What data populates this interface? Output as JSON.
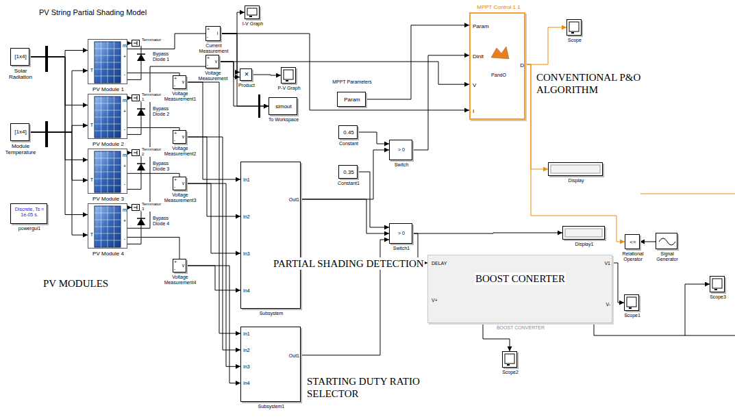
{
  "diagram": {
    "title": "PV String Partial Shading Model",
    "nodes": [
      {
        "text": [
          "[1x4]",
          "Solar Radiation"
        ]
      },
      {
        "text": [
          "[1x4]",
          "Module Temperature"
        ]
      },
      {
        "text": [
          "PV Module 1",
          "m",
          "+",
          "T",
          "-"
        ]
      },
      {
        "text": [
          "PV Module 2",
          "m",
          "+",
          "T",
          "-"
        ]
      },
      {
        "text": [
          "PV Module 3",
          "m",
          "+",
          "T",
          "-"
        ]
      },
      {
        "text": [
          "PV Module 4",
          "m",
          "+",
          "T",
          "-"
        ]
      },
      {
        "text": [
          "Bypass Diode 1"
        ]
      },
      {
        "text": [
          "Bypass Diode 2"
        ]
      },
      {
        "text": [
          "Bypass Diode 3"
        ]
      },
      {
        "text": [
          "Bypass Diode 4"
        ]
      },
      {
        "text": [
          "Terminator"
        ]
      },
      {
        "text": [
          "Terminator1"
        ]
      },
      {
        "text": [
          "Terminator2"
        ]
      },
      {
        "text": [
          "Terminator3"
        ]
      },
      {
        "text": [
          "+",
          "-",
          "i",
          "Current Measurement"
        ]
      },
      {
        "text": [
          "+",
          "-",
          "v",
          "Voltage Measurement"
        ]
      },
      {
        "text": [
          "+",
          "-",
          "v",
          "Voltage Measurement1"
        ]
      },
      {
        "text": [
          "+",
          "-",
          "v",
          "Voltage Measurement2"
        ]
      },
      {
        "text": [
          "+",
          "-",
          "v",
          "Voltage Measurement3"
        ]
      },
      {
        "text": [
          "+",
          "-",
          "v",
          "Voltage Measurement4"
        ]
      },
      {
        "text": [
          "I-V Graph"
        ]
      },
      {
        "text": [
          "P-V Graph"
        ]
      },
      {
        "text": [
          "×",
          "Product"
        ]
      },
      {
        "text": [
          "simout",
          "To Workspace"
        ]
      },
      {
        "text": [
          "Discrete, Ts = 1e-05 s.",
          "powergui1"
        ]
      },
      {
        "text": [
          "MPPT Control 1 1",
          "Param",
          "Dinit",
          "V",
          "I",
          "PandO",
          "D"
        ]
      },
      {
        "text": [
          "MPPT Parameters",
          "Param"
        ]
      },
      {
        "text": [
          "Scope"
        ]
      },
      {
        "text": [
          "0.45",
          "Constant"
        ]
      },
      {
        "text": [
          "0.35",
          "Constant1"
        ]
      },
      {
        "text": [
          "> 0",
          "Switch"
        ]
      },
      {
        "text": [
          "> 0",
          "Switch1"
        ]
      },
      {
        "text": [
          "Display"
        ]
      },
      {
        "text": [
          "Display1"
        ]
      },
      {
        "text": [
          "In1",
          "In2",
          "In3",
          "In4",
          "Out1",
          "Subsystem"
        ]
      },
      {
        "text": [
          "In1",
          "In2",
          "In3",
          "In4",
          "Out1",
          "Subsystem1"
        ]
      },
      {
        "text": [
          "DELAY",
          "V+",
          "V1",
          "V-",
          "BOOST CONVERTER"
        ]
      },
      {
        "text": [
          "<=",
          "Relational Operator"
        ]
      },
      {
        "text": [
          "Signal Generator"
        ]
      },
      {
        "text": [
          "Scope1"
        ]
      },
      {
        "text": [
          "Scope2"
        ]
      },
      {
        "text": [
          "Scope3"
        ]
      }
    ],
    "edges": [
      {
        "from": 0,
        "to": 2,
        "arrow": "to"
      },
      {
        "from": 0,
        "to": 3,
        "arrow": "to"
      },
      {
        "from": 0,
        "to": 4,
        "arrow": "to"
      },
      {
        "from": 0,
        "to": 5,
        "arrow": "to"
      },
      {
        "from": 1,
        "to": 2,
        "arrow": "to"
      },
      {
        "from": 1,
        "to": 3,
        "arrow": "to"
      },
      {
        "from": 1,
        "to": 4,
        "arrow": "to"
      },
      {
        "from": 1,
        "to": 5,
        "arrow": "to"
      },
      {
        "from": 2,
        "to": 6,
        "arrow": "none"
      },
      {
        "from": 3,
        "to": 7,
        "arrow": "none"
      },
      {
        "from": 4,
        "to": 8,
        "arrow": "none"
      },
      {
        "from": 5,
        "to": 9,
        "arrow": "none"
      },
      {
        "from": 2,
        "to": 10,
        "arrow": "to"
      },
      {
        "from": 3,
        "to": 11,
        "arrow": "to"
      },
      {
        "from": 4,
        "to": 12,
        "arrow": "to"
      },
      {
        "from": 5,
        "to": 13,
        "arrow": "to"
      },
      {
        "from": 2,
        "to": 16,
        "arrow": "none"
      },
      {
        "from": 3,
        "to": 17,
        "arrow": "none"
      },
      {
        "from": 4,
        "to": 18,
        "arrow": "none"
      },
      {
        "from": 5,
        "to": 19,
        "arrow": "none"
      },
      {
        "from": 2,
        "to": 14,
        "arrow": "none"
      },
      {
        "from": 5,
        "to": 15,
        "arrow": "none"
      },
      {
        "from": 14,
        "to": 20,
        "arrow": "to"
      },
      {
        "from": 14,
        "to": 22,
        "arrow": "to"
      },
      {
        "from": 15,
        "to": 22,
        "arrow": "to"
      },
      {
        "from": 22,
        "to": 21,
        "arrow": "to"
      },
      {
        "from": 14,
        "to": 25,
        "arrow": "to"
      },
      {
        "from": 15,
        "to": 25,
        "arrow": "to"
      },
      {
        "from": 26,
        "to": 25,
        "arrow": "to"
      },
      {
        "from": 28,
        "to": 30,
        "arrow": "to"
      },
      {
        "from": 34,
        "to": 30,
        "arrow": "to"
      },
      {
        "from": 29,
        "to": 31,
        "arrow": "to"
      },
      {
        "from": 34,
        "to": 31,
        "arrow": "to"
      },
      {
        "from": 35,
        "to": 31,
        "arrow": "to"
      },
      {
        "from": 30,
        "to": 25,
        "arrow": "to"
      },
      {
        "from": 31,
        "to": 36,
        "arrow": "to"
      },
      {
        "from": 25,
        "to": 27,
        "arrow": "to"
      },
      {
        "from": 25,
        "to": 32,
        "arrow": "to"
      },
      {
        "from": 25,
        "to": 37,
        "arrow": "to"
      },
      {
        "from": 38,
        "to": 37,
        "arrow": "to"
      },
      {
        "from": 36,
        "to": 39,
        "arrow": "to"
      },
      {
        "from": 36,
        "to": 40,
        "arrow": "to"
      },
      {
        "from": 36,
        "to": 41,
        "arrow": "to"
      },
      {
        "from": 31,
        "to": 33,
        "arrow": "to"
      },
      {
        "from": 14,
        "to": 23,
        "arrow": "to"
      },
      {
        "from": 15,
        "to": 23,
        "arrow": "to"
      },
      {
        "from": 16,
        "to": 34,
        "arrow": "to"
      },
      {
        "from": 17,
        "to": 34,
        "arrow": "to"
      },
      {
        "from": 18,
        "to": 34,
        "arrow": "to"
      },
      {
        "from": 19,
        "to": 34,
        "arrow": "to"
      },
      {
        "from": 16,
        "to": 35,
        "arrow": "to"
      },
      {
        "from": 17,
        "to": 35,
        "arrow": "to"
      },
      {
        "from": 18,
        "to": 35,
        "arrow": "to"
      },
      {
        "from": 19,
        "to": 35,
        "arrow": "to"
      }
    ],
    "labels": [
      "CONVENTIONAL P&O ALGORITHM",
      "PV MODULES",
      "PARTIAL SHADING DETECTION",
      "BOOST CONERTER",
      "STARTING DUTY RATIO SELECTOR"
    ]
  }
}
